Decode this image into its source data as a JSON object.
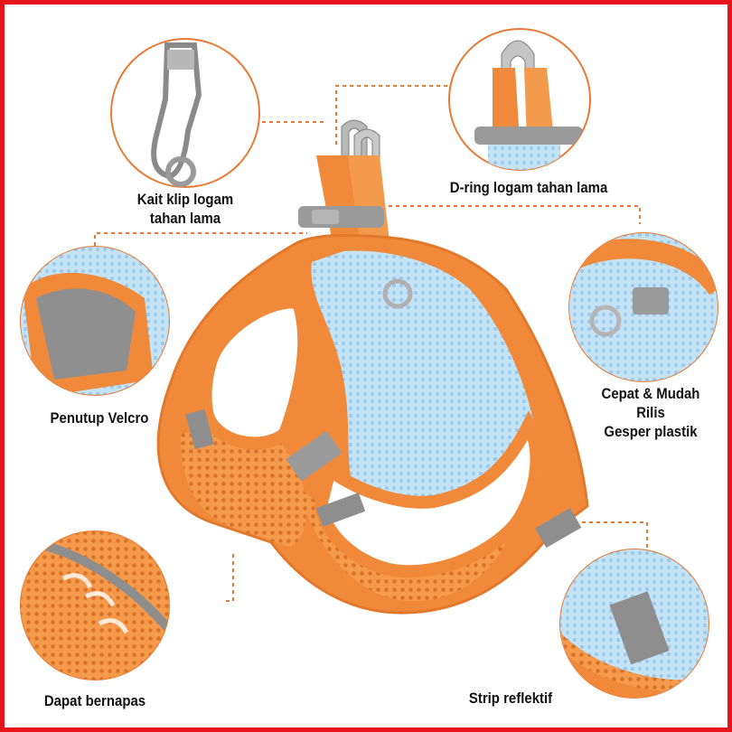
{
  "border_color": "#e8141b",
  "orange": "#f08a3a",
  "light_blue": "#b9ddf4",
  "reflective_grey": "#8e8e8e",
  "callouts": {
    "clip": {
      "line1": "Kait klip logam",
      "line2": "tahan lama",
      "icon": "metal-snap-hook"
    },
    "dring": {
      "line1": "D-ring logam tahan lama",
      "icon": "metal-d-ring"
    },
    "velcro": {
      "line1": "Penutup Velcro",
      "icon": "velcro-closure"
    },
    "buckle": {
      "line1": "Cepat & Mudah",
      "line2": "Rilis",
      "line3": "Gesper plastik",
      "icon": "plastic-buckle"
    },
    "breathable": {
      "line1": "Dapat bernapas",
      "icon": "mesh-fabric"
    },
    "reflective": {
      "line1": "Strip reflektif",
      "icon": "reflective-strip"
    }
  },
  "product": "harness"
}
